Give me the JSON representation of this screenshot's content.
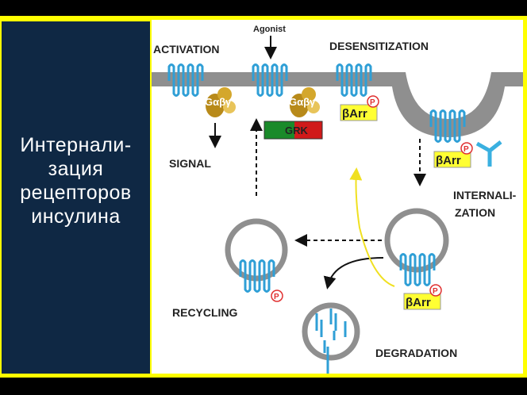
{
  "slide": {
    "title_lines": [
      "Интернали-",
      "зация",
      "рецепторов",
      "инсулина"
    ]
  },
  "diagram": {
    "labels": {
      "agonist": "Agonist",
      "activation": "ACTIVATION",
      "desensitization": "DESENSITIZATION",
      "signal": "SIGNAL",
      "internalization_1": "INTERNALI-",
      "internalization_2": "ZATION",
      "recycling": "RECYCLING",
      "degradation": "DEGRADATION",
      "galpha_beta_gamma": "Gαβγ",
      "grk": "GRK",
      "beta_arr": "βArr",
      "phospho": "P"
    },
    "colors": {
      "frame": "#ffff00",
      "panel": "#0f2844",
      "membrane": "#8f8f8f",
      "receptor": "#2f9fd6",
      "g_protein": "#b88a1a",
      "beta_arr_box": "#ffff33",
      "grk_green": "#1a8a2a",
      "grk_red": "#d01a1a",
      "phospho": "#e03030",
      "antibody": "#3ab0e0"
    }
  }
}
